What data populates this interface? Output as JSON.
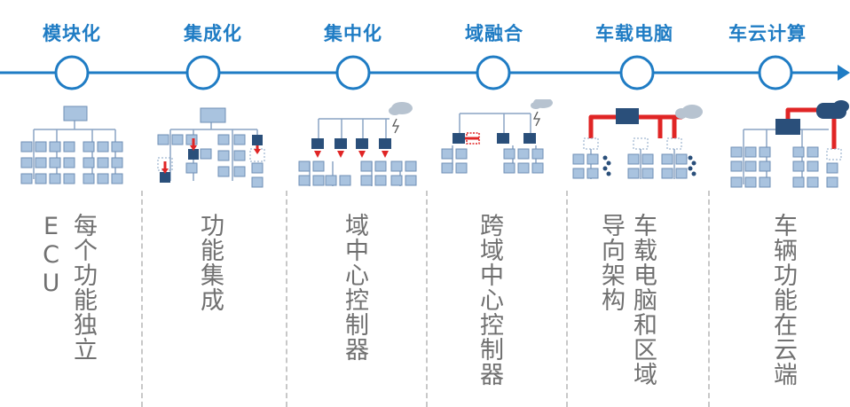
{
  "colors": {
    "accent": "#1f7cc4",
    "node_fill": "#a9c3df",
    "hub_fill": "#2a4f7a",
    "highlight": "#e02525",
    "text": "#707070"
  },
  "stages": [
    {
      "title": "模块化",
      "caption_cols": [
        "每个功能独立",
        "ECU"
      ]
    },
    {
      "title": "集成化",
      "caption_cols": [
        "功能集成"
      ]
    },
    {
      "title": "集中化",
      "caption_cols": [
        "域中心控制器"
      ]
    },
    {
      "title": "域融合",
      "caption_cols": [
        "跨域中心控制器"
      ]
    },
    {
      "title": "车载电脑",
      "caption_cols": [
        "车载电脑和区域",
        "导向架构"
      ]
    },
    {
      "title": "车云计算",
      "caption_cols": [
        "车辆功能在云端"
      ]
    }
  ]
}
